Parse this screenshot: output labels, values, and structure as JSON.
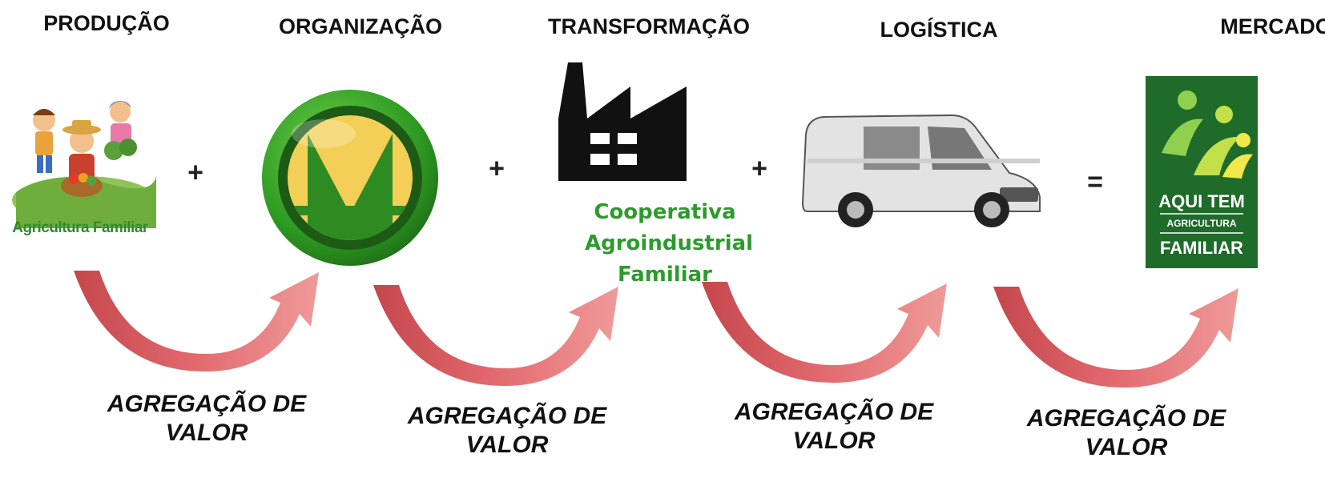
{
  "stages": [
    {
      "title": "PRODUÇÃO"
    },
    {
      "title": "ORGANIZAÇÃO"
    },
    {
      "title": "TRANSFORMAÇÃO"
    },
    {
      "title": "LOGÍSTICA"
    },
    {
      "title": "MERCADO"
    }
  ],
  "operators": [
    "+",
    "+",
    "+",
    "="
  ],
  "production": {
    "caption": "Agricultura Familiar"
  },
  "transformation": {
    "lines": [
      "Cooperativa",
      "Agroindustrial",
      "Familiar"
    ]
  },
  "market": {
    "seal": [
      "AQUI TEM",
      "AGRICULTURA",
      "FAMILIAR"
    ]
  },
  "value_labels": [
    {
      "line1": "AGREGAÇÃO DE",
      "line2": "VALOR"
    },
    {
      "line1": "AGREGAÇÃO DE",
      "line2": "VALOR"
    },
    {
      "line1": "AGREGAÇÃO DE",
      "line2": "VALOR"
    },
    {
      "line1": "AGREGAÇÃO DE",
      "line2": "VALOR"
    }
  ],
  "colors": {
    "arrow": "#d9575b",
    "cooperative_green": "#2e9a2e",
    "seal_green": "#1f6b2a",
    "coop_symbol_yellow": "#f4cf57"
  }
}
